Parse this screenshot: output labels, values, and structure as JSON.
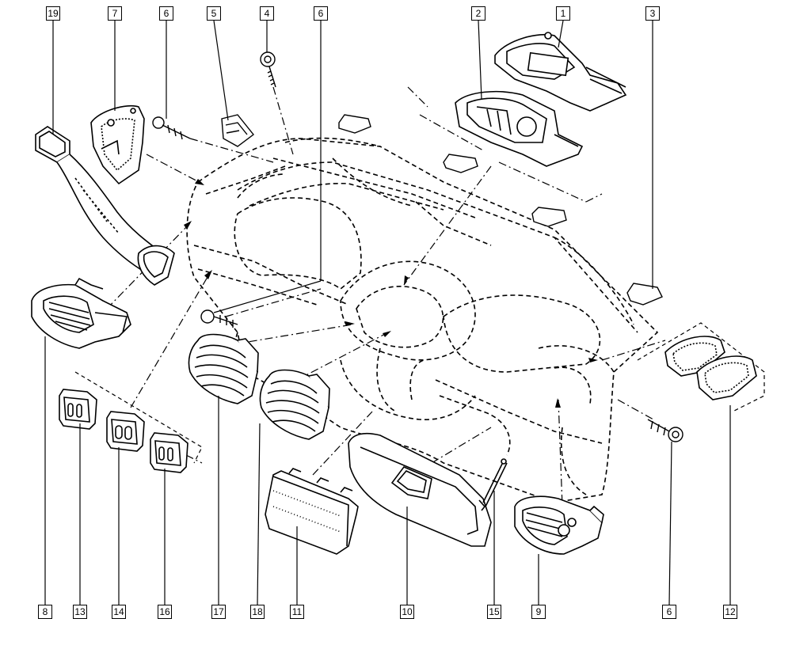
{
  "diagram": {
    "callouts": [
      {
        "id": "c19",
        "text": "19"
      },
      {
        "id": "c7",
        "text": "7"
      },
      {
        "id": "c6a",
        "text": "6"
      },
      {
        "id": "c5",
        "text": "5"
      },
      {
        "id": "c4",
        "text": "4"
      },
      {
        "id": "c6b",
        "text": "6"
      },
      {
        "id": "c2",
        "text": "2"
      },
      {
        "id": "c1",
        "text": "1"
      },
      {
        "id": "c3",
        "text": "3"
      },
      {
        "id": "c8",
        "text": "8"
      },
      {
        "id": "c13",
        "text": "13"
      },
      {
        "id": "c14",
        "text": "14"
      },
      {
        "id": "c16",
        "text": "16"
      },
      {
        "id": "c17",
        "text": "17"
      },
      {
        "id": "c18",
        "text": "18"
      },
      {
        "id": "c11",
        "text": "11"
      },
      {
        "id": "c10",
        "text": "10"
      },
      {
        "id": "c15",
        "text": "15"
      },
      {
        "id": "c9",
        "text": "9"
      },
      {
        "id": "c6c",
        "text": "6"
      },
      {
        "id": "c12",
        "text": "12"
      }
    ]
  }
}
